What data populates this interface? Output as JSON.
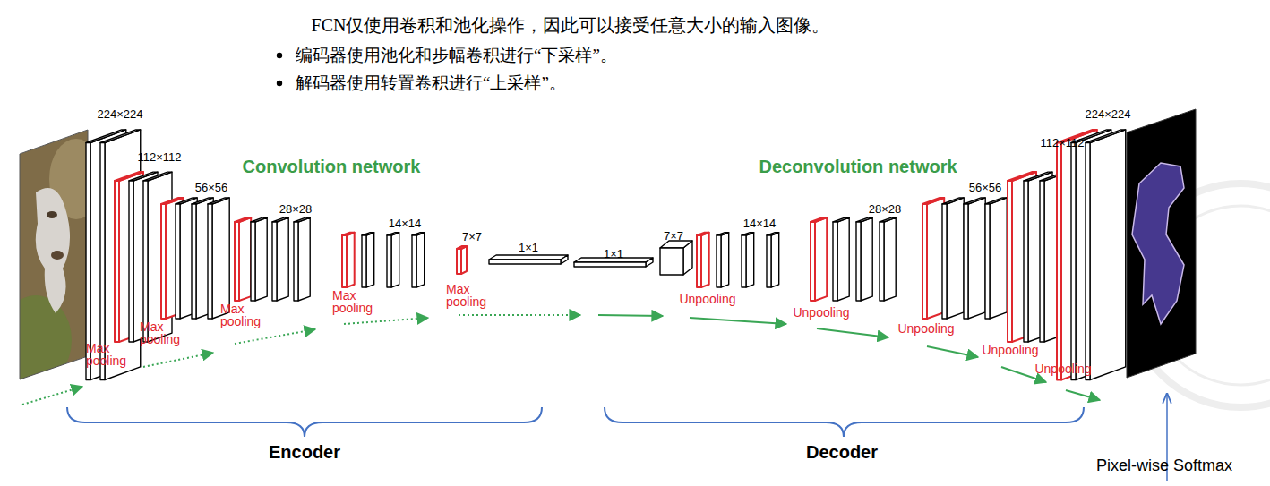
{
  "diagram": {
    "title": "FCN仅使用卷积和池化操作，因此可以接受任意大小的输入图像。",
    "labels": [
      "编码器使用池化和步幅卷积进行“下采样”。",
      "解码器使用转置卷积进行“上采样”。",
      "224×224",
      "112×112",
      "Convolution network",
      "56×56",
      "28×28",
      "14×14",
      "7×7",
      "1×1",
      "1×1",
      "7×7",
      "Deconvolution network",
      "14×14",
      "28×28",
      "56×56",
      "112×112",
      "224×224",
      "Max pooling",
      "Max pooling",
      "Max pooling",
      "Max pooling",
      "Max pooling",
      "Unpooling",
      "Unpooling",
      "Unpooling",
      "Unpooling",
      "Unpooling",
      "Encoder",
      "Decoder",
      "Pixel-wise Softmax"
    ]
  }
}
